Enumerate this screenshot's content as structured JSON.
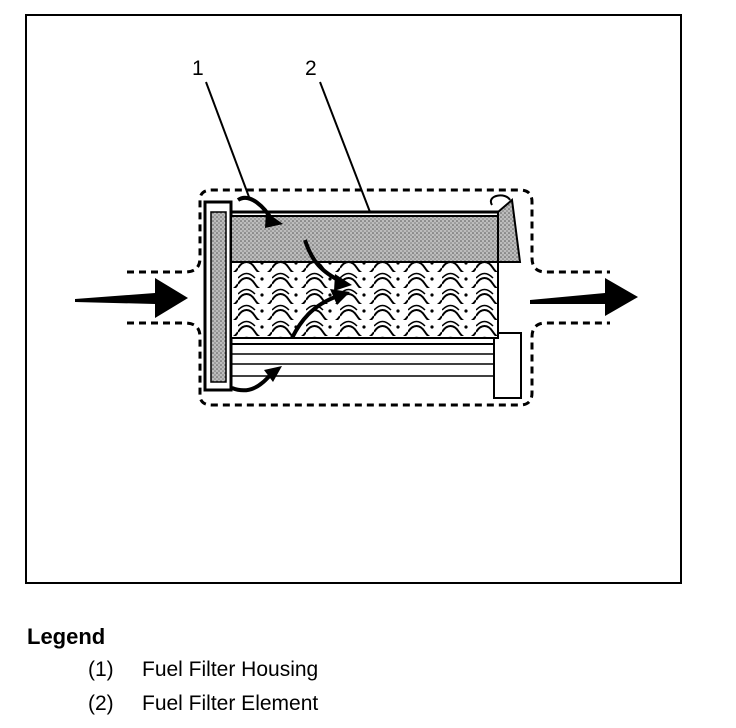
{
  "callouts": [
    "1",
    "2"
  ],
  "legend": {
    "title": "Legend",
    "items": [
      {
        "number": "(1)",
        "label": "Fuel Filter Housing"
      },
      {
        "number": "(2)",
        "label": "Fuel Filter Element"
      }
    ]
  },
  "colors": {
    "ink": "#000000",
    "paper": "#ffffff",
    "element_fill": "#9c9c9c"
  }
}
